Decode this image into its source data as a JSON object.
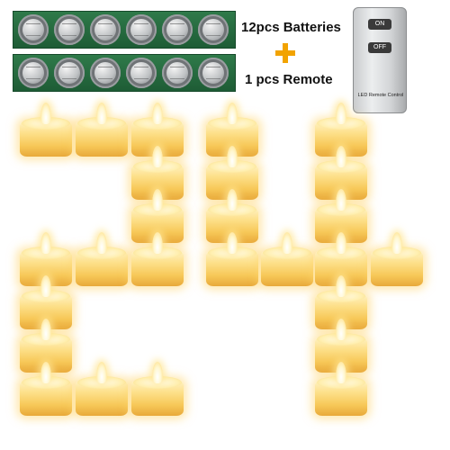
{
  "batteries_label": "12pcs Batteries",
  "remote_label": "1 pcs Remote",
  "remote": {
    "on_label": "ON",
    "off_label": "OFF",
    "brand_text": "LED Remote Control"
  },
  "colors": {
    "accent_plus": "#f2a300",
    "candle_glow": "#fde08a",
    "pcb_green": "#2f7a4a"
  }
}
